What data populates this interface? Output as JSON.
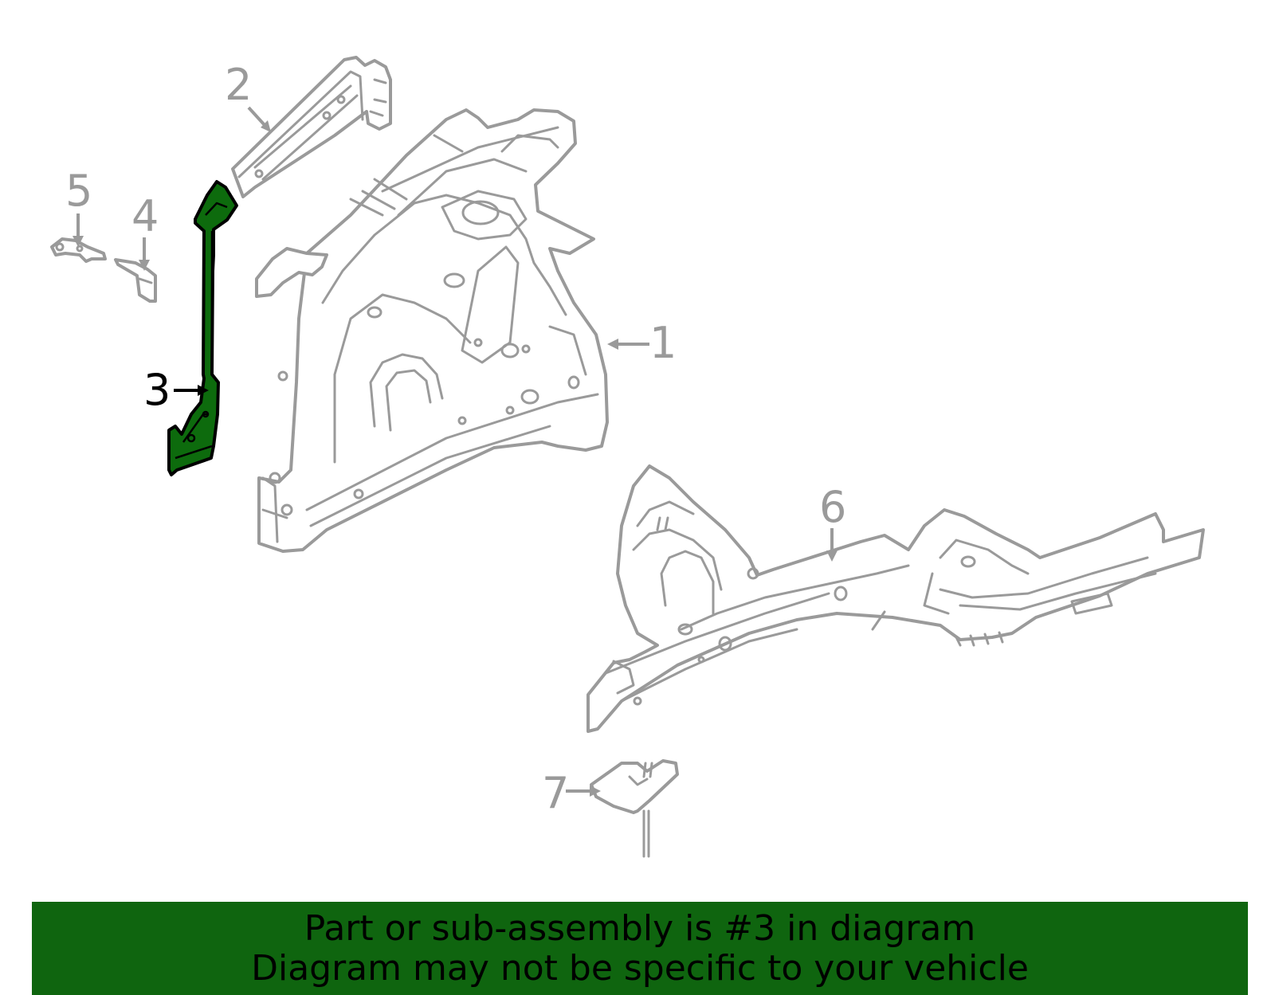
{
  "callouts": [
    {
      "id": "1",
      "label": "1",
      "highlighted": false
    },
    {
      "id": "2",
      "label": "2",
      "highlighted": false
    },
    {
      "id": "3",
      "label": "3",
      "highlighted": true
    },
    {
      "id": "4",
      "label": "4",
      "highlighted": false
    },
    {
      "id": "5",
      "label": "5",
      "highlighted": false
    },
    {
      "id": "6",
      "label": "6",
      "highlighted": false
    },
    {
      "id": "7",
      "label": "7",
      "highlighted": false
    }
  ],
  "colors": {
    "highlight": "#0d6b0d",
    "line_art": "#9a9a9a",
    "banner_bg": "#0f650f"
  },
  "banner": {
    "line1": "Part or sub-assembly is #3 in diagram",
    "line2": "Diagram may not be specific to your vehicle"
  }
}
